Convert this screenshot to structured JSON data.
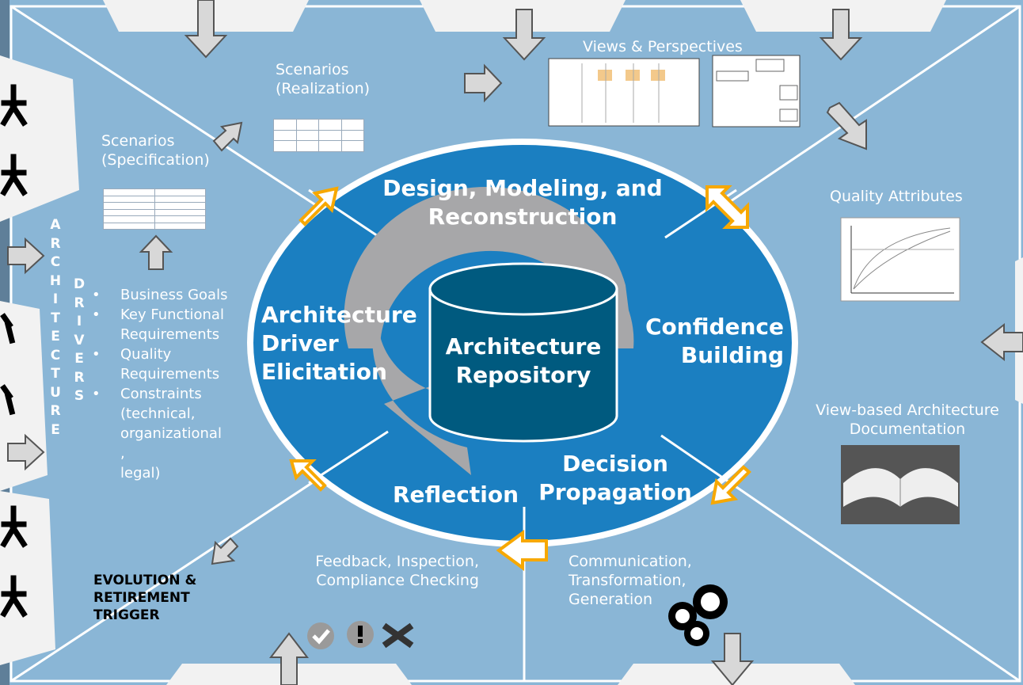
{
  "colors": {
    "background": "#8ab6d6",
    "ring": "#1b7fc1",
    "core": "#005a7f",
    "cycle": "#a7a7a9",
    "accent": "#f7a800",
    "arrow": "#d0d0d0"
  },
  "icons": [
    "actor-icon",
    "gray-arrow-icon",
    "orange-arrow-icon",
    "checkmark-icon",
    "exclamation-icon",
    "cross-icon",
    "gears-icon",
    "book-image",
    "database-icon"
  ],
  "center": {
    "title": "Architecture Repository"
  },
  "ring": {
    "top": "Design, Modeling, and  Reconstruction",
    "left": "Architecture Driver Elicitation",
    "right": "Confidence Building",
    "bottom_left": "Reflection",
    "bottom_right": "Decision Propagation"
  },
  "labels": {
    "scenarios_realization": "Scenarios (Realization)",
    "scenarios_specification": "Scenarios (Specification)",
    "views_perspectives": "Views & Perspectives",
    "quality_attributes": "Quality Attributes",
    "view_based_doc": "View-based Architecture Documentation",
    "feedback": "Feedback, Inspection, Compliance Checking",
    "communication": "Communication, Transformation, Generation",
    "evolution": "EVOLUTION & RETIREMENT TRIGGER"
  },
  "architecture_label": [
    "A",
    "R",
    "C",
    "H",
    "I",
    "T",
    "E",
    "C",
    "T",
    "U",
    "R",
    "E"
  ],
  "drivers_label": [
    "D",
    "R",
    "I",
    "V",
    "E",
    "R",
    "S"
  ],
  "drivers_list": [
    {
      "bullet": true,
      "text": "Business Goals"
    },
    {
      "bullet": true,
      "text": "Key Functional"
    },
    {
      "bullet": false,
      "text": "Requirements"
    },
    {
      "bullet": true,
      "text": "Quality"
    },
    {
      "bullet": false,
      "text": "Requirements"
    },
    {
      "bullet": true,
      "text": "Constraints"
    },
    {
      "bullet": false,
      "text": "(technical,"
    },
    {
      "bullet": false,
      "text": "organizational"
    },
    {
      "bullet": false,
      "text": ","
    },
    {
      "bullet": false,
      "text": "legal)"
    }
  ]
}
